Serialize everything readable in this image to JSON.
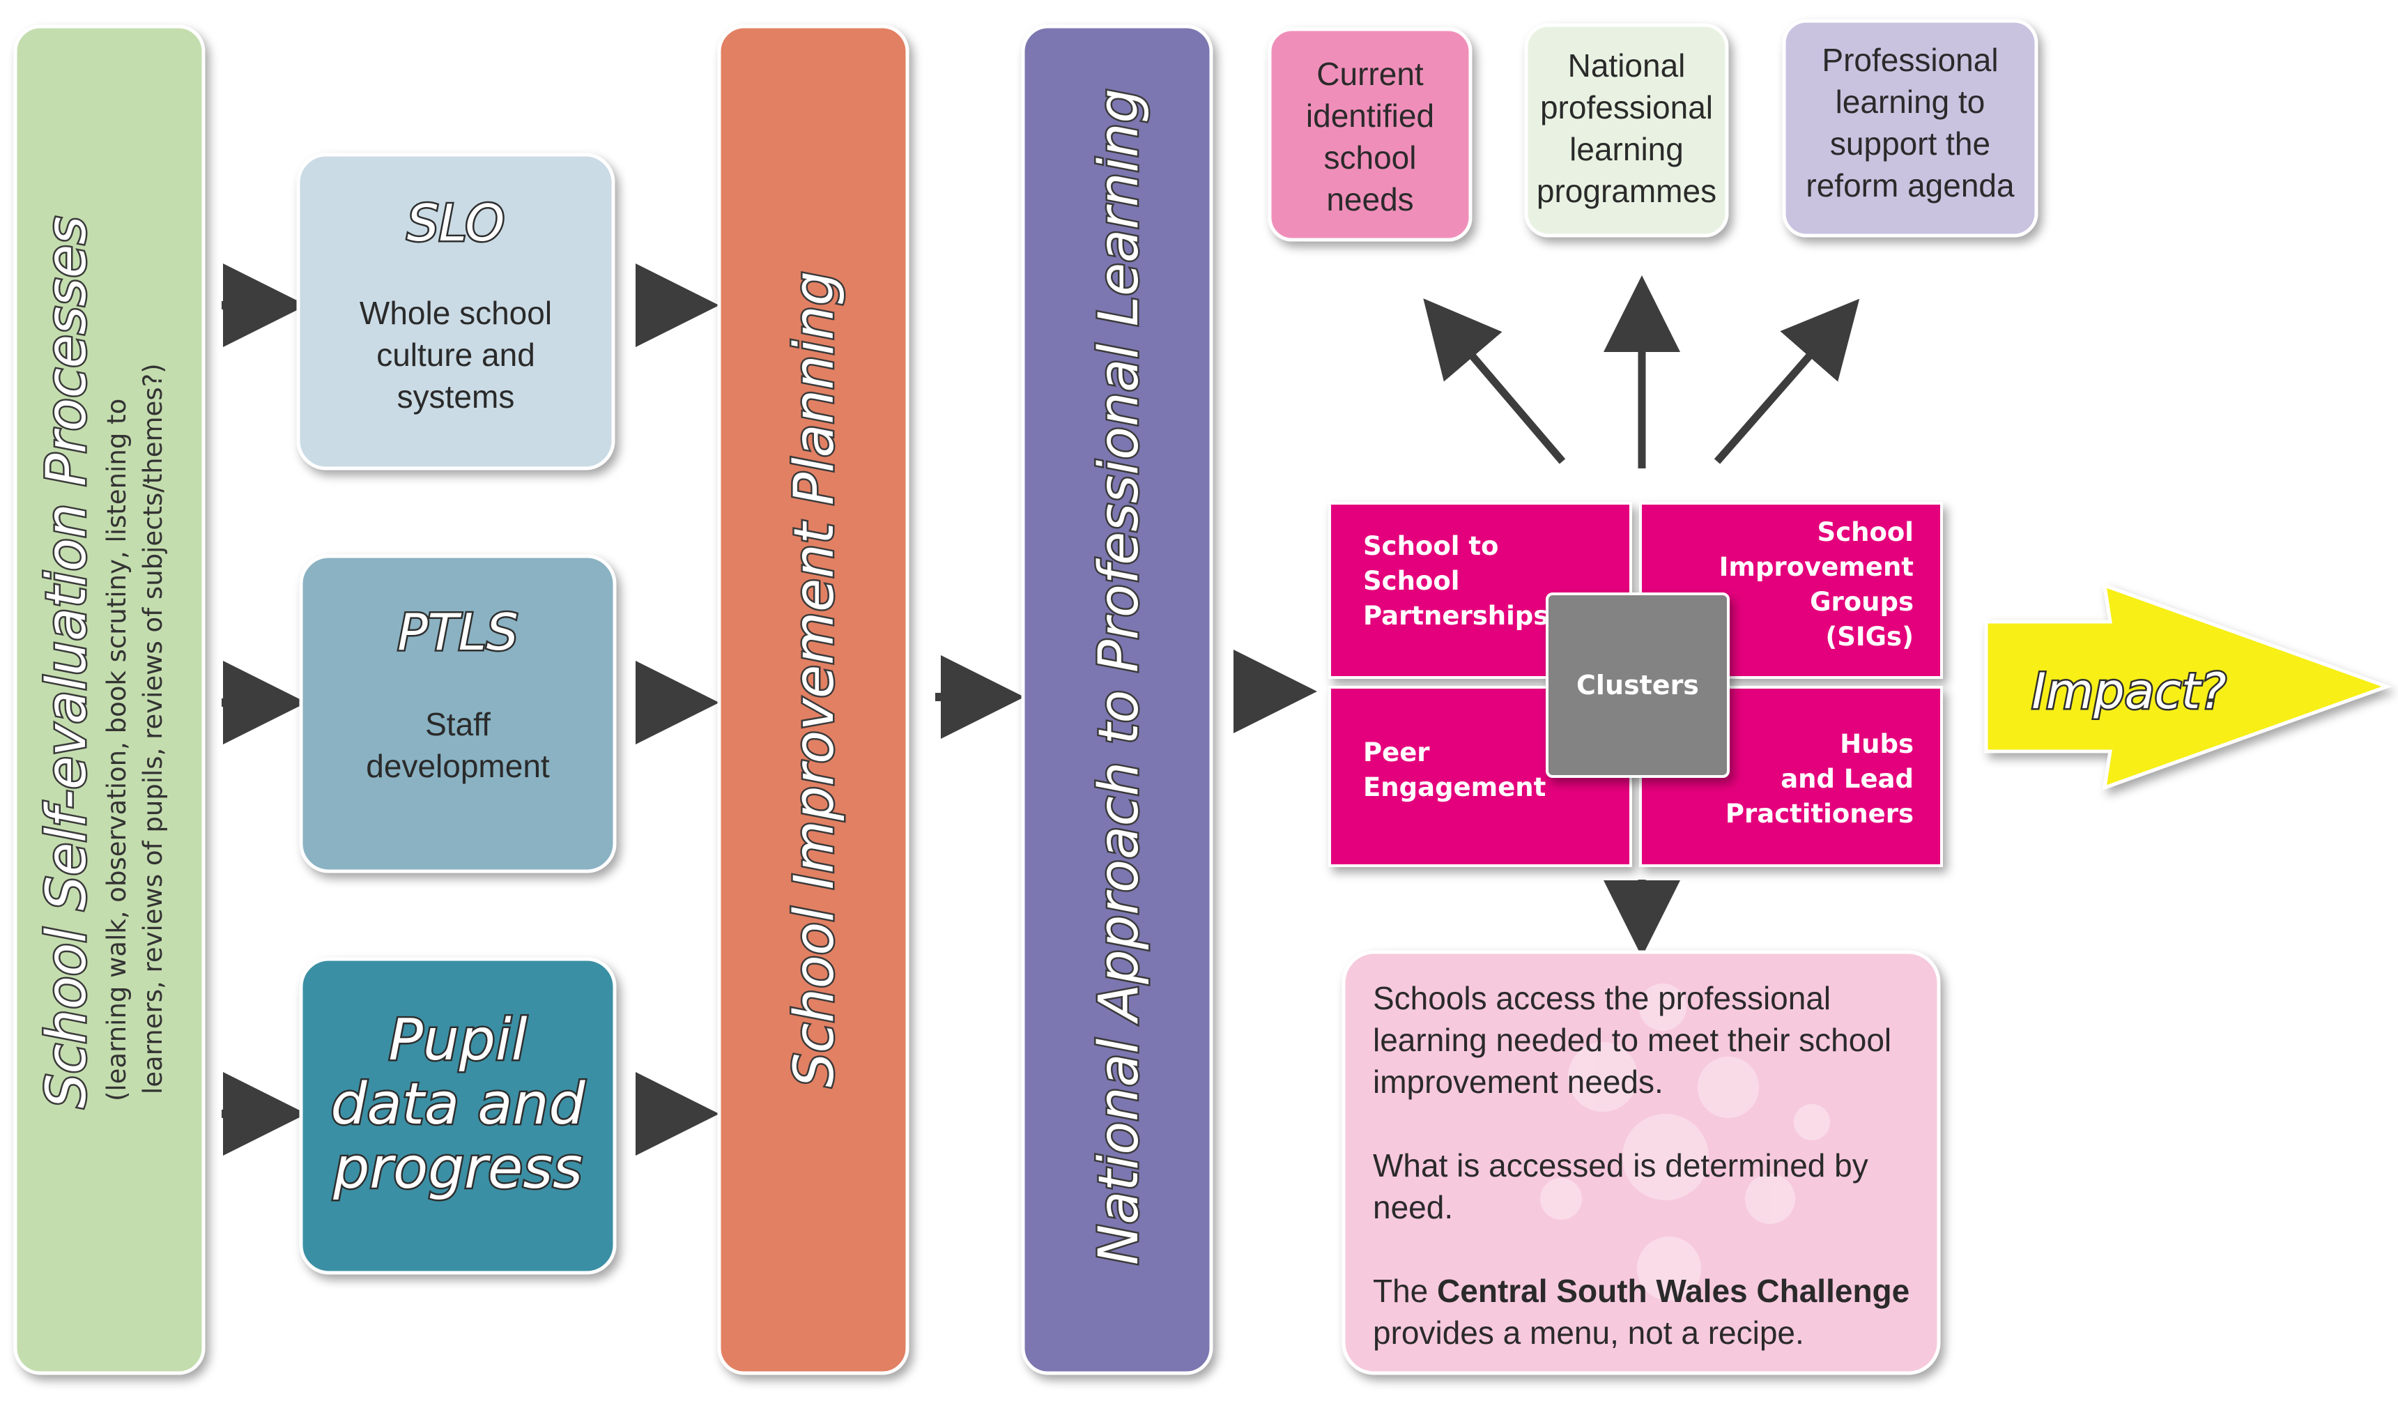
{
  "self_evaluation": {
    "title": "School Self-evaluation Processes",
    "detail_line1": "(learning walk, observation, book scrutiny, listening to",
    "detail_line2": "learners, reviews of pupils, reviews of subjects/themes?)"
  },
  "slo": {
    "title": "SLO",
    "lines": [
      "Whole school",
      "culture and",
      "systems"
    ]
  },
  "ptls": {
    "title": "PTLS",
    "lines": [
      "Staff",
      "development"
    ]
  },
  "pupil_data": {
    "lines": [
      "Pupil",
      "data and",
      "progress"
    ]
  },
  "school_improvement_planning": {
    "title": "School Improvement Planning"
  },
  "national_approach": {
    "title": "National Approach to Professional Learning"
  },
  "top_boxes": [
    {
      "lines": [
        "Current",
        "identified",
        "school",
        "needs"
      ],
      "color": "#ef8fb9"
    },
    {
      "lines": [
        "National",
        "professional",
        "learning",
        "programmes"
      ],
      "color": "#e9f2e2"
    },
    {
      "lines": [
        "Professional",
        "learning to",
        "support the",
        "reform agenda"
      ],
      "color": "#c9c3e0"
    }
  ],
  "quadrants": {
    "top_left": [
      "School to",
      "School",
      "Partnerships"
    ],
    "top_right": [
      "School",
      "Improvement",
      "Groups",
      "(SIGs)"
    ],
    "bottom_left": [
      "Peer",
      "Engagement"
    ],
    "bottom_right": [
      "Hubs",
      "and  Lead",
      "Practitioners"
    ],
    "center": "Clusters"
  },
  "impact": {
    "label": "Impact?"
  },
  "info_box": {
    "para1_lines": [
      "Schools access the professional",
      "learning needed to meet their school",
      "improvement needs."
    ],
    "para2_lines": [
      "What is accessed is determined by",
      "need."
    ],
    "para3_prefix": "The ",
    "para3_bold": "Central South Wales Challenge",
    "para3_line2": "provides a menu, not a recipe."
  },
  "colors": {
    "self_eval": "#c4ddae",
    "slo": "#cadbe5",
    "ptls": "#8ab2c3",
    "pupil_data": "#3a8fa4",
    "planning": "#e28063",
    "national": "#7b77b0",
    "magenta": "#e4047c",
    "clusters": "#838383",
    "impact": "#f7ef16",
    "info_box": "#f7c9dd",
    "arrow": "#3d3d3d"
  }
}
